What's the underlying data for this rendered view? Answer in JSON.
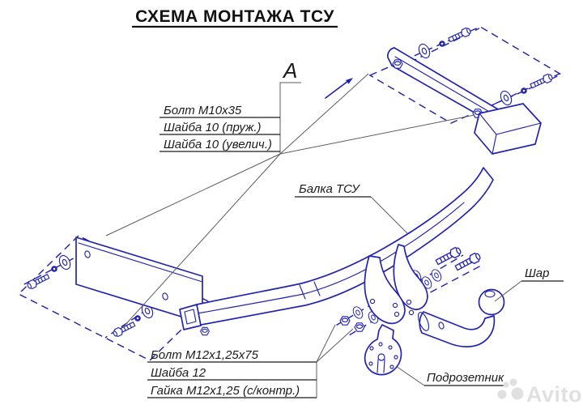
{
  "title": "СХЕМА МОНТАЖА ТСУ",
  "view_marker": "A",
  "labels": {
    "bolt_m10": "Болт М10х35",
    "washer10_spring": "Шайба 10 (пруж.)",
    "washer10_enlarged": "Шайба 10 (увелич.)",
    "beam": "Балка ТСУ",
    "ball": "Шар",
    "bolt_m12": "Болт М12х1,25х75",
    "washer12": "Шайба 12",
    "nut_m12": "Гайка М12х1,25 (с/контр.)",
    "socket_plate": "Подрозетник"
  },
  "watermark": "Avito",
  "colors": {
    "drawing": "#2323b0",
    "leader": "#5c5c64",
    "text": "#1b1b1b",
    "watermark": "#e0e0e0",
    "background": "#ffffff"
  }
}
